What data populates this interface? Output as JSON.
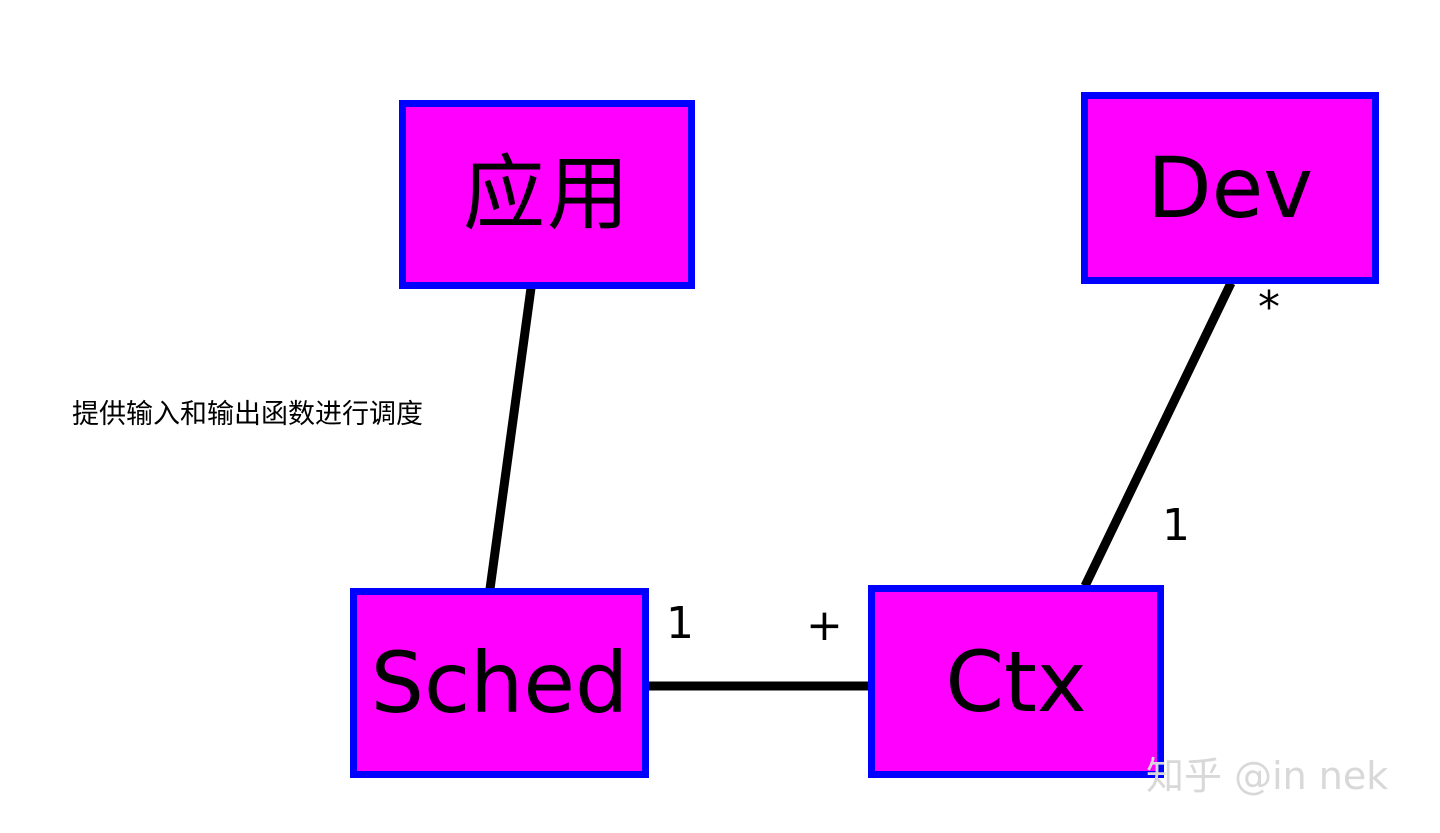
{
  "diagram": {
    "type": "uml-component-diagram",
    "background_color": "#ffffff",
    "node_fill_color": "#ff00ff",
    "node_border_color": "#0000ff",
    "edge_color": "#000000",
    "nodes": [
      {
        "id": "app",
        "label": "应用",
        "script": "cjk"
      },
      {
        "id": "dev",
        "label": "Dev",
        "script": "latin"
      },
      {
        "id": "sched",
        "label": "Sched",
        "script": "latin"
      },
      {
        "id": "ctx",
        "label": "Ctx",
        "script": "latin"
      }
    ],
    "edges": [
      {
        "id": "app-sched",
        "from": "app",
        "to": "sched"
      },
      {
        "id": "sched-ctx",
        "from": "sched",
        "to": "ctx"
      },
      {
        "id": "dev-ctx",
        "from": "dev",
        "to": "ctx"
      }
    ],
    "edge_labels": {
      "sched_multiplicity": "1",
      "composition_plus": "+",
      "ctx_multiplicity": "1",
      "dev_multiplicity": "*"
    },
    "annotation": "提供输入和输出函数进行调度",
    "watermark": "知乎 @in nek"
  }
}
